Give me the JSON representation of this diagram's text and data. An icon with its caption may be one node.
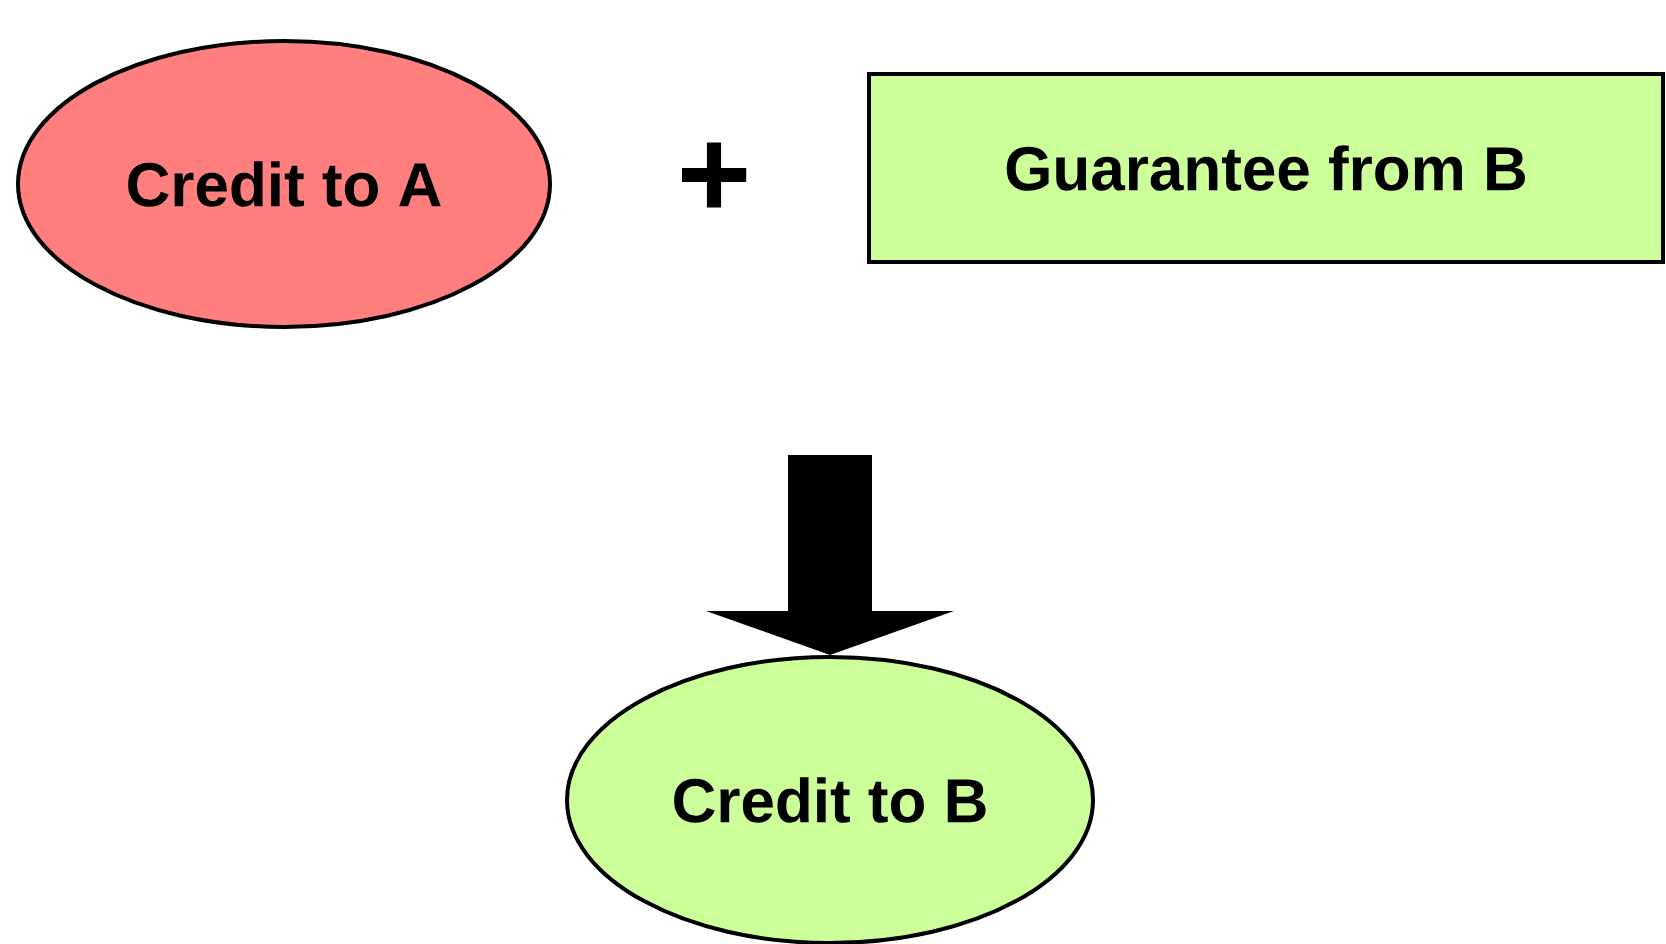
{
  "diagram": {
    "nodes": [
      {
        "text": [
          "Credit to A"
        ]
      },
      {
        "text": [
          "Guarantee from B"
        ]
      },
      {
        "text": [
          "Credit to B"
        ]
      }
    ],
    "edges": [
      {
        "from": null,
        "to": 2,
        "arrow": "to",
        "style": "thick"
      }
    ],
    "labels": [
      "+"
    ]
  }
}
